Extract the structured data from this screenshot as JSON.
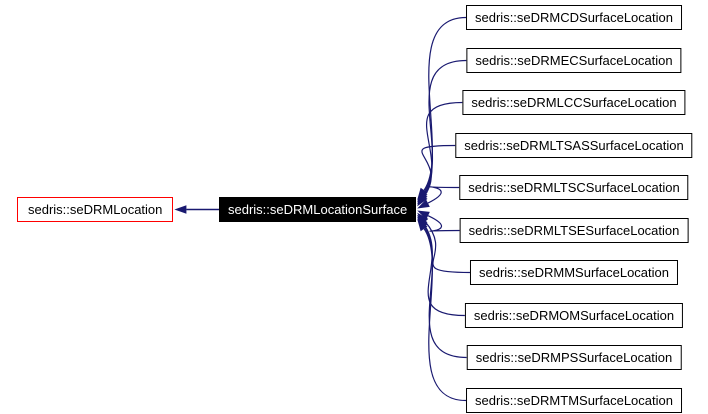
{
  "diagram": {
    "type": "class-inheritance-graph",
    "base_node": {
      "label": "sedris::seDRMLocation"
    },
    "focus_node": {
      "label": "sedris::seDRMLocationSurface"
    },
    "derived_nodes": [
      {
        "label": "sedris::seDRMCDSurfaceLocation"
      },
      {
        "label": "sedris::seDRMECSurfaceLocation"
      },
      {
        "label": "sedris::seDRMLCCSurfaceLocation"
      },
      {
        "label": "sedris::seDRMLTSASSurfaceLocation"
      },
      {
        "label": "sedris::seDRMLTSCSurfaceLocation"
      },
      {
        "label": "sedris::seDRMLTSESurfaceLocation"
      },
      {
        "label": "sedris::seDRMMSurfaceLocation"
      },
      {
        "label": "sedris::seDRMOMSurfaceLocation"
      },
      {
        "label": "sedris::seDRMPSSurfaceLocation"
      },
      {
        "label": "sedris::seDRMTMSurfaceLocation"
      }
    ],
    "colors": {
      "edge": "#191970",
      "base_border": "#ff0000",
      "focus_bg": "#000000",
      "focus_text": "#ffffff",
      "node_border": "#000000",
      "background": "#ffffff"
    }
  }
}
